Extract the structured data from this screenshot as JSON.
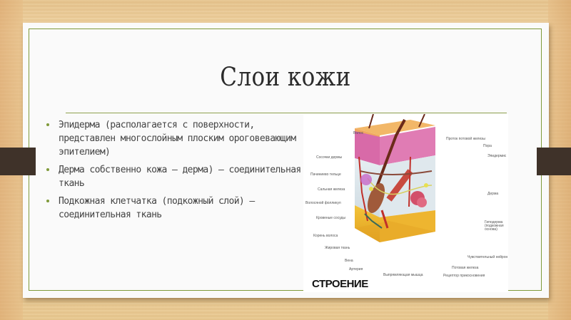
{
  "slide": {
    "title": "Слои кожи",
    "bullets": [
      {
        "text": "Эпидерма (располагается с поверхности, представлен многослойным плоским ороговевающим эпителием)"
      },
      {
        "text": "Дерма собственно кожа – дерма) – соединительная ткань"
      },
      {
        "text": "Подкожная клетчатка (подкожный слой) – соединительная ткань"
      }
    ]
  },
  "figure": {
    "caption": "СТРОЕНИЕ",
    "labels_left": [
      "Волос",
      "Сосочки дермы",
      "Пачиниево тельце",
      "Сальная железа",
      "Волосяной фолликул",
      "Кровеные сосуды",
      "Корень волоса",
      "Жировая ткань",
      "Вена",
      "Артерия"
    ],
    "labels_right": [
      "Проток потовой железы",
      "Пора",
      "Эпидермис",
      "Дерма",
      "Гиподерма (подкожная основа)",
      "Чувствительный нейрон",
      "Потовая железа",
      "Рецептор прикосновения"
    ],
    "labels_bottom": [
      "Выпрямляющая мышца"
    ]
  },
  "colors": {
    "accent_green": "#7f9a3a",
    "dark_bar": "#3f3229",
    "wood": "#e9c995",
    "slide_bg": "#fafafa"
  }
}
